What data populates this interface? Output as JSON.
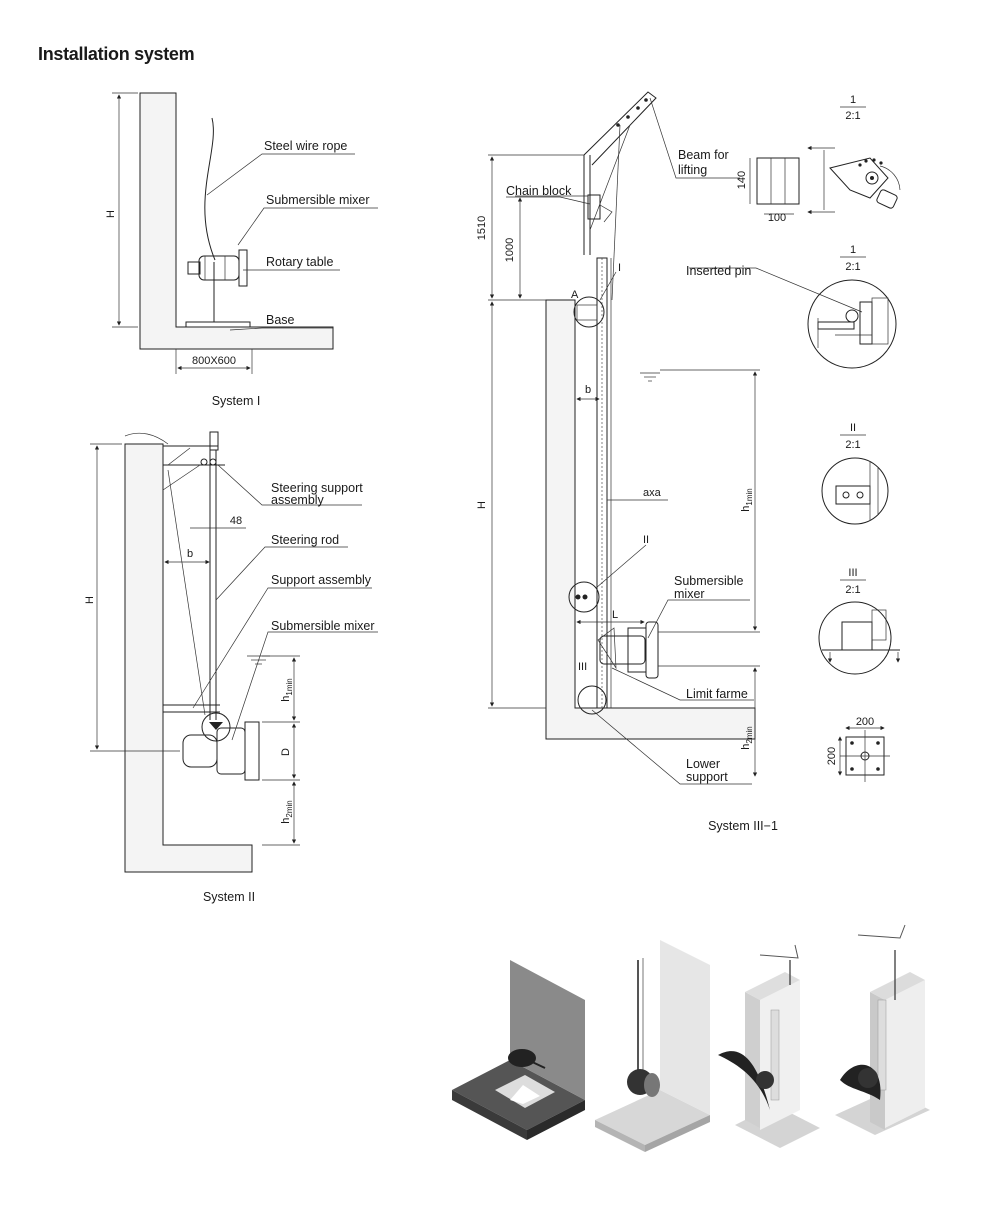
{
  "heading": "Installation system",
  "system1": {
    "caption": "System I",
    "labels": {
      "rope": "Steel wire rope",
      "mixer": "Submersible mixer",
      "rotary": "Rotary table",
      "base": "Base"
    },
    "dims": {
      "h": "H",
      "base_size": "800X600"
    }
  },
  "system2": {
    "caption": "System II",
    "labels": {
      "steering_support_1": "Steering support",
      "steering_support_2": "assembly",
      "steering_rod": "Steering rod",
      "support_assembly": "Support assembly",
      "mixer": "Submersible mixer"
    },
    "dims": {
      "h": "H",
      "b": "b",
      "d48": "48",
      "h1": "h",
      "h1_sub": "1min",
      "d": "D",
      "h2": "h",
      "h2_sub": "2min"
    }
  },
  "system3": {
    "caption": "System III−1",
    "labels": {
      "beam_1": "Beam for",
      "beam_2": "lifting",
      "chain_block": "Chain block",
      "inserted_pin": "Inserted pin",
      "mixer_1": "Submersible",
      "mixer_2": "mixer",
      "limit": "Limit farme",
      "lower_1": "Lower",
      "lower_2": "support"
    },
    "dims": {
      "d1510": "1510",
      "d1000": "1000",
      "h": "H",
      "b": "b",
      "axa": "axa",
      "l": "L",
      "h1": "h",
      "h1_sub": "1min",
      "h2": "h",
      "h2_sub": "2min",
      "a": "A",
      "mark_I": "I",
      "mark_II": "II",
      "mark_III": "III"
    },
    "details": [
      {
        "mark": "1",
        "scale": "2:1",
        "dim_a": "140",
        "dim_b": "100"
      },
      {
        "mark": "1",
        "scale": "2:1"
      },
      {
        "mark": "II",
        "scale": "2:1"
      },
      {
        "mark": "III",
        "scale": "2:1"
      },
      {
        "dim_a": "200",
        "dim_b": "200"
      }
    ]
  }
}
